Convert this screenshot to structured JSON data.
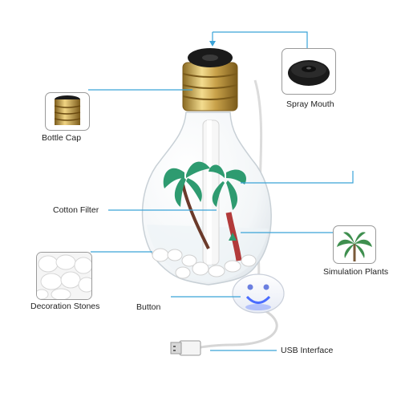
{
  "labels": {
    "spray_mouth": "Spray Mouth",
    "bottle_cap": "Bottle Cap",
    "cotton_filter": "Cotton Filter",
    "simulation_plants": "Simulation Plants",
    "decoration_stones": "Decoration Stones",
    "button": "Button",
    "usb_interface": "USB Interface"
  },
  "colors": {
    "leader_line": "#3aa3d8",
    "cap_gold": "#c9a24a",
    "plant_green": "#2e9b70",
    "trunk_red": "#b23a3a",
    "button_glow": "#4a6cff"
  }
}
